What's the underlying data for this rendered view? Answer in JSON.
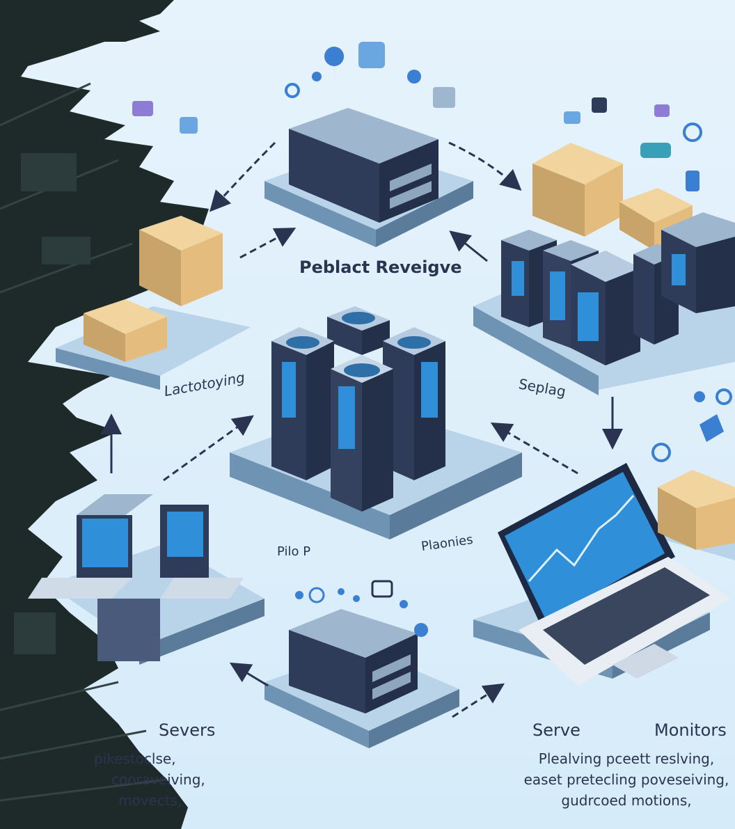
{
  "palette": {
    "background": "#dff0fb",
    "scene_dark": "#1e2a2a",
    "platform": "#6f93b3",
    "platform_top": "#b9d4e8",
    "server_dark": "#2f3c59",
    "server_light": "#9fb6cf",
    "screen_blue": "#2f8fd8",
    "box_tan": "#e4bd7e",
    "accent_icon": "#3a7fd1",
    "text": "#2a3450"
  },
  "icons": [
    "server-icon",
    "laptop-icon",
    "cardboard-box-icon",
    "chat-bubble-icon",
    "location-pin-icon",
    "arrow-icon"
  ],
  "labels": {
    "top_center": "Peblact Reveigve",
    "mid_left": "Lactotoying",
    "mid_right": "Seplag",
    "center_left": "Pilo P",
    "center_right": "Plaonies",
    "bottom_left_title": "Severs",
    "bottom_right_serve": "Serve",
    "bottom_right_monitors": "Monitors"
  },
  "captions": {
    "left": [
      "pikestoclse,",
      "cooraveiving,",
      "movects,"
    ],
    "right": [
      "Plealving pceett reslving,",
      "easet pretecling poveseiving,",
      "gudrcoed motions,"
    ]
  }
}
